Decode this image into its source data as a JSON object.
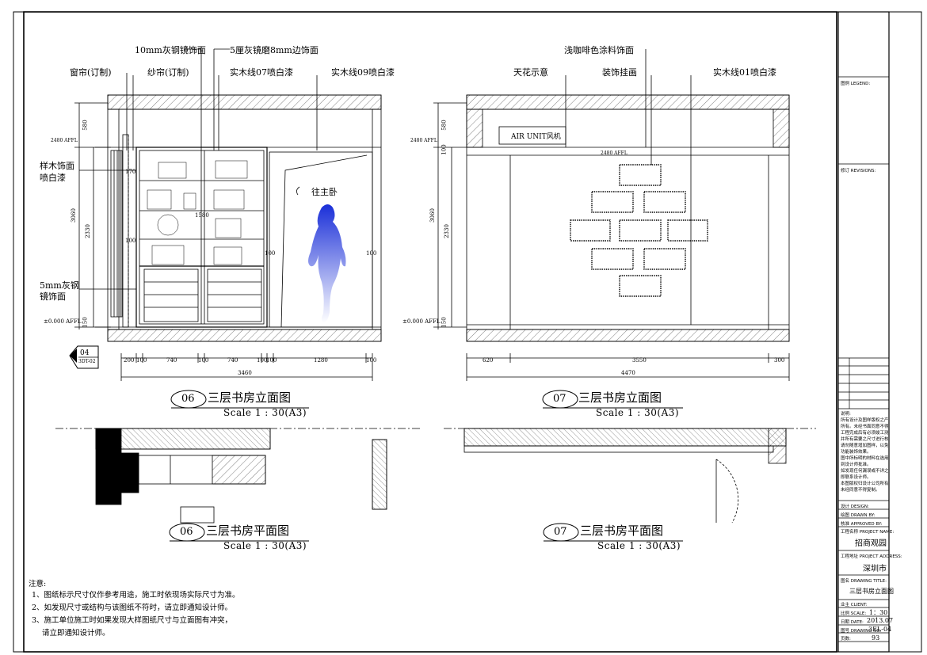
{
  "labels": {
    "e06_mirror10": "10mm灰钢镜饰面",
    "e06_mirror5_bevel": "5厘灰镜磨8mm边饰面",
    "e06_curtain": "窗帘(订制)",
    "e06_sheer": "纱帘(订制)",
    "e06_wood07": "实木线07喷白漆",
    "e06_wood09": "实木线09喷白漆",
    "e06_sample_wood_1": "样木饰面",
    "e06_sample_wood_2": "喷白漆",
    "e06_mirror5_1": "5mm灰钢",
    "e06_mirror5_2": "镜饰面",
    "e06_to_master": "往主卧",
    "e07_coffee_paint": "浅咖啡色涂料饰面",
    "e07_ceiling": "天花示意",
    "e07_decor": "装饰挂画",
    "e07_wood01": "实木线01喷白漆",
    "e07_air_unit": "AIR UNIT风机"
  },
  "levels": {
    "ceiling": "2480 AFFL",
    "floor": "±0.000 AFFL"
  },
  "dims06": {
    "vert_580": "580",
    "vert_3060": "3060",
    "vert_2330": "2330",
    "vert_150": "150",
    "h_200": "200",
    "h_100a": "100",
    "h_740a": "740",
    "h_100b": "100",
    "h_740b": "740",
    "h_100c": "100",
    "h_100d": "100",
    "h_1280": "1280",
    "h_100e": "100",
    "total": "3460",
    "inner_1580": "1580",
    "side_100a": "100",
    "side_100b": "100",
    "side_100c": "100",
    "bottom_170": "170"
  },
  "dims07": {
    "vert_580": "580",
    "vert_3060": "3060",
    "vert_2330": "2330",
    "vert_150": "150",
    "vert_100": "100",
    "h_620": "620",
    "h_3550": "3550",
    "h_300": "300",
    "total": "4470"
  },
  "section_marker": {
    "num": "04",
    "sheet": "3DT-02"
  },
  "titles": {
    "t06_elev": {
      "num": "06",
      "name": "三层书房立面图",
      "scale": "Scale 1 : 30(A3)"
    },
    "t07_elev": {
      "num": "07",
      "name": "三层书房立面图",
      "scale": "Scale 1 : 30(A3)"
    },
    "t06_plan": {
      "num": "06",
      "name": "三层书房平面图",
      "scale": "Scale 1 : 30(A3)"
    },
    "t07_plan": {
      "num": "07",
      "name": "三层书房平面图",
      "scale": "Scale 1 : 30(A3)"
    }
  },
  "notes": {
    "heading": "注意:",
    "n1": "1、图纸标示尺寸仅作参考用途，施工时依现场实际尺寸为准。",
    "n2": "2、如发现尺寸或结构与该图纸不符时，请立即通知设计师。",
    "n3a": "3、施工单位施工时如果发现大样图纸尺寸与立面图有冲突，",
    "n3b": "请立即通知设计师。"
  },
  "titleblock": {
    "legend": "图例 LEGEND:",
    "revisions": "修订 REVISIONS:",
    "remark_lines": [
      "说明:",
      "所有设计及图样版权之产权均为本公司",
      "所有。未经书面同意不得采用。",
      "工程完成后有必须竣工测图及时",
      "并所有需要之尺寸进行核对。",
      "请勿随意增加图样，以免改变",
      "功能装饰效果。",
      "图中所标明的材料在选用前必须得",
      "到设计师批准。",
      "如发现任何漏误或不详之处，请立",
      "即联系设计师。",
      "本图版权归设计公司所有，",
      "未经同意不得复制。"
    ],
    "design": "设计 DESIGN:",
    "drawn": "绘图 DRAWN BY:",
    "checked": "核准 APPROVED BY:",
    "project_label": "工程名称 PROJECT NAME:",
    "project_value": "招商观园",
    "address_label": "工程地址 PROJECT ADDRESS:",
    "address_value": "深圳市",
    "drawing_title_label": "图名 DRAWING TITLE:",
    "drawing_title_value": "三层书房立面图",
    "client_label": "业主 CLIENT:",
    "scale_label": "比例 SCALE:",
    "scale_value": "1：30",
    "date_label": "日期 DATE:",
    "date_value": "2013.07",
    "drawing_no_label": "图号 DRAWING NO:",
    "drawing_no_value": "3EL-04",
    "page_label": "页数:",
    "page_value": "93"
  },
  "colors": {
    "line": "#000000",
    "figure_top": "#1a2fd8",
    "figure_bottom": "#ffffff"
  }
}
